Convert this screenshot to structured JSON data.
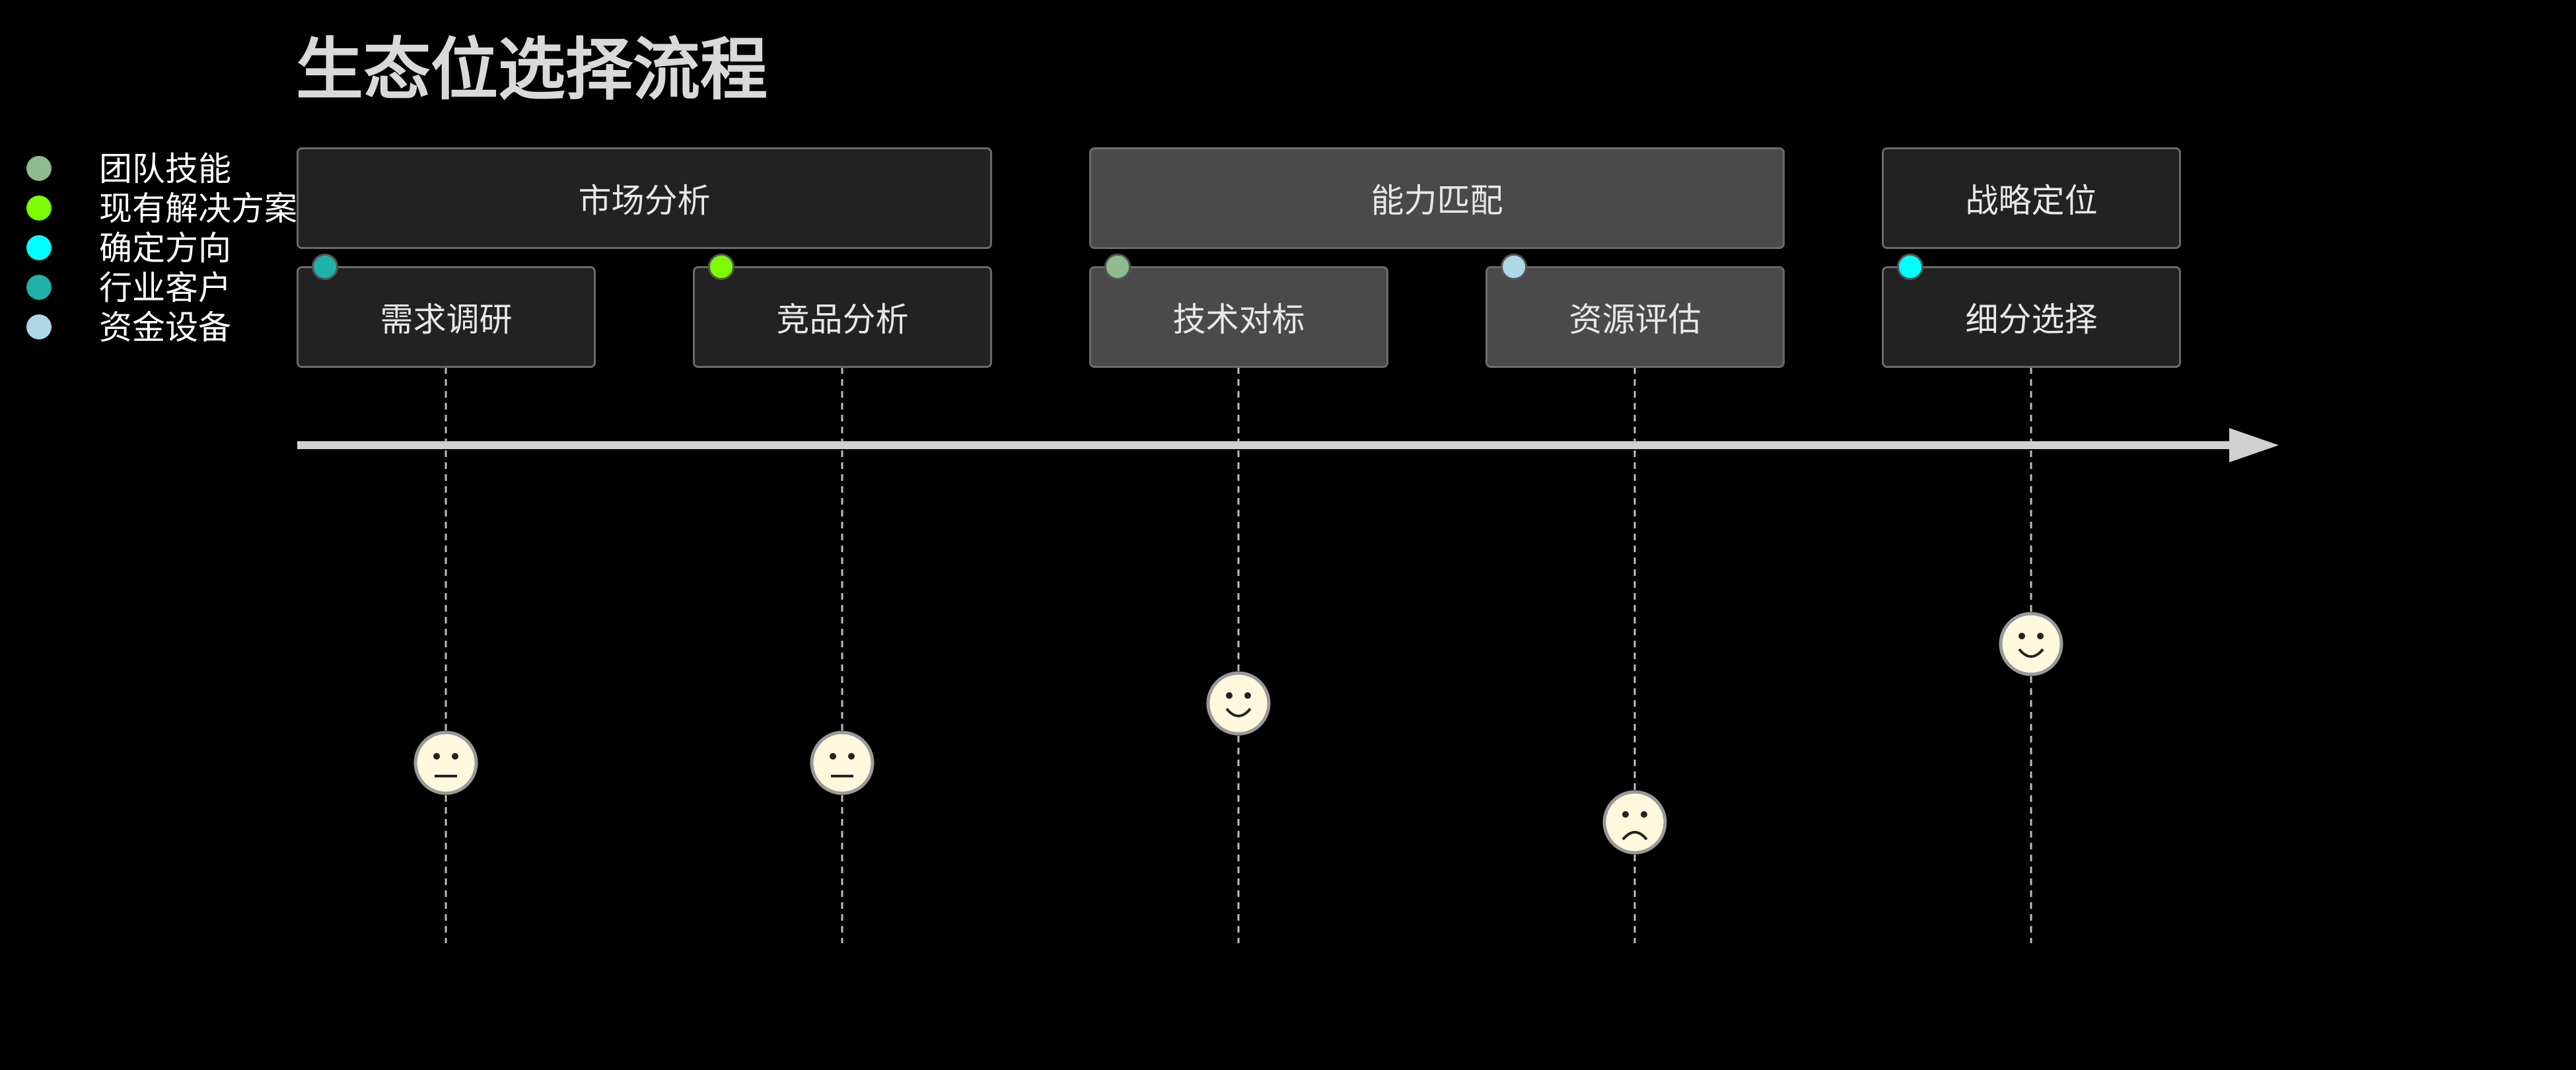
{
  "title": "生态位选择流程",
  "legend": [
    {
      "label": "团队技能",
      "color": "#8fbc8f"
    },
    {
      "label": "现有解决方案",
      "color": "#7cfc00"
    },
    {
      "label": "确定方向",
      "color": "#00ffff"
    },
    {
      "label": "行业客户",
      "color": "#20b2aa"
    },
    {
      "label": "资金设备",
      "color": "#add8e6"
    }
  ],
  "sections": [
    {
      "label": "市场分析",
      "style": "dark"
    },
    {
      "label": "能力匹配",
      "style": "light"
    },
    {
      "label": "战略定位",
      "style": "dark"
    }
  ],
  "tasks": [
    {
      "label": "需求调研",
      "style": "dark",
      "marker": "#20b2aa",
      "mood": "neutral",
      "score": 3
    },
    {
      "label": "竞品分析",
      "style": "dark",
      "marker": "#7cfc00",
      "mood": "neutral",
      "score": 3
    },
    {
      "label": "技术对标",
      "style": "light",
      "marker": "#8fbc8f",
      "mood": "happy",
      "score": 4
    },
    {
      "label": "资源评估",
      "style": "light",
      "marker": "#add8e6",
      "mood": "sad",
      "score": 2
    },
    {
      "label": "细分选择",
      "style": "dark",
      "marker": "#00ffff",
      "mood": "happy",
      "score": 5
    }
  ],
  "colors": {
    "background": "#000000",
    "axis": "#d0d0d0",
    "face_fill": "#fff8dc",
    "face_stroke": "#999999",
    "text": "#e8e8e8"
  }
}
